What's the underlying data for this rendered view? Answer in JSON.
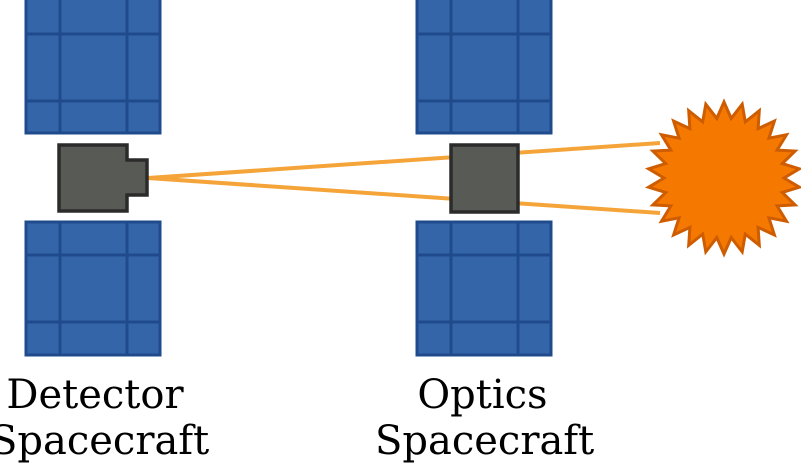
{
  "colors": {
    "panel_fill": "#3465a8",
    "panel_stroke": "#1f4b8c",
    "body_fill": "#585b55",
    "body_stroke": "#2b2b2b",
    "beam": "#f5a43a",
    "sun_fill": "#f57900",
    "sun_stroke": "#ce5c00"
  },
  "detector": {
    "label_line1": "Detector",
    "label_line2": "Spacecraft"
  },
  "optics": {
    "label_line1": "Optics",
    "label_line2": "Spacecraft"
  },
  "source": {
    "icon": "sun-icon"
  }
}
